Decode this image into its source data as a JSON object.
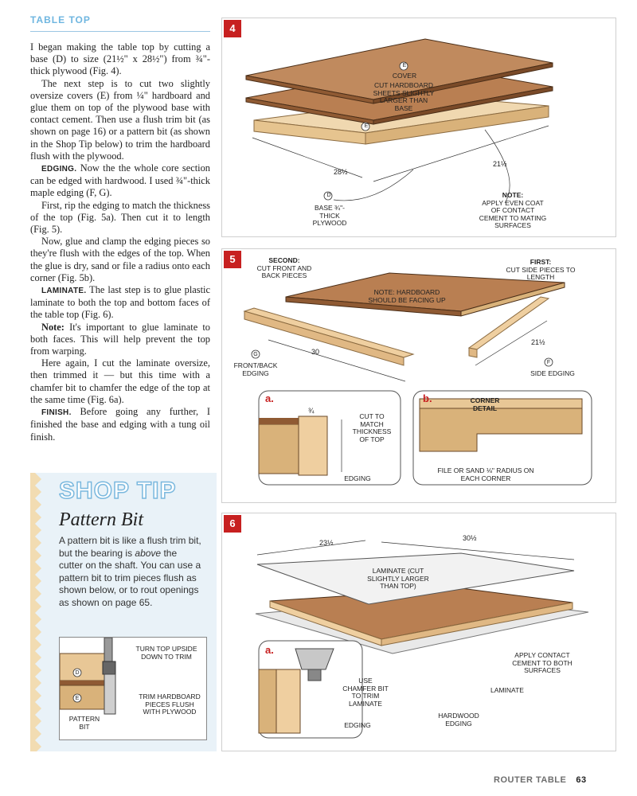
{
  "section": {
    "title": "TABLE TOP"
  },
  "body": {
    "p1": "I began making the table top by cutting a base (D) to size (21½\" x 28½\") from ¾\"-thick plywood (Fig. 4).",
    "p2": "The next step is to cut two slightly oversize covers (E) from ¼\" hardboard and glue them on top of the plywood base with contact cement. Then use a flush trim bit (as shown on page 16) or a pattern bit (as shown in the Shop Tip below) to trim the hardboard flush with the plywood.",
    "edging_head": "EDGING.",
    "edging_text": " Now the the whole core section can be edged with hardwood. I used ¾\"-thick maple edging (F, G).",
    "p4": "First, rip the edging to match the thickness of the top (Fig. 5a). Then cut it to length (Fig. 5).",
    "p5": "Now, glue and clamp the edging pieces so they're flush with the edges of the top. When the glue is dry, sand or file a radius onto each corner (Fig. 5b).",
    "laminate_head": "LAMINATE.",
    "laminate_text": " The last step is to glue plastic laminate to both the top and bottom faces of the table top (Fig. 6).",
    "note_head": "Note:",
    "note_text": " It's important to glue laminate to both faces. This will help prevent the top from warping.",
    "p8": "Here again, I cut the laminate oversize, then trimmed it — but this time with a chamfer bit to chamfer the edge of the top at the same time (Fig. 6a).",
    "finish_head": "FINISH.",
    "finish_text": " Before going any further, I finished the base and edging with a tung oil finish."
  },
  "fig4": {
    "number": "4",
    "cover_letter": "E",
    "cover_label": "COVER",
    "cover_note": "CUT HARDBOARD SHEETS SLIGHTLY LARGER THAN BASE",
    "cover2_letter": "E",
    "dim_long": "28½",
    "dim_short": "21½",
    "base_letter": "D",
    "base_label": "BASE ¾\"-THICK PLYWOOD",
    "note_head": "NOTE:",
    "note_text": "APPLY EVEN COAT OF CONTACT CEMENT TO MATING SURFACES"
  },
  "fig5": {
    "number": "5",
    "second_head": "SECOND:",
    "second_text": "CUT FRONT AND BACK PIECES",
    "note": "NOTE: HARDBOARD SHOULD BE FACING UP",
    "first_head": "FIRST:",
    "first_text": "CUT SIDE PIECES TO LENGTH",
    "dim_long": "30",
    "dim_short": "21½",
    "g_letter": "G",
    "g_label": "FRONT/BACK EDGING",
    "f_letter": "F",
    "f_label": "SIDE EDGING",
    "a_tag": "a.",
    "a_dim": "¾",
    "a_note": "CUT TO MATCH THICKNESS OF TOP",
    "a_edging": "EDGING",
    "b_tag": "b.",
    "b_head": "CORNER DETAIL",
    "b_note": "FILE OR SAND ⅛\" RADIUS ON EACH CORNER"
  },
  "fig6": {
    "number": "6",
    "dim_short": "23½",
    "dim_long": "30½",
    "laminate_label": "LAMINATE (CUT SLIGHTLY LARGER THAN TOP)",
    "a_tag": "a.",
    "a_note": "USE CHAMFER BIT TO TRIM LAMINATE",
    "a_edging": "EDGING",
    "contact_note": "APPLY CONTACT CEMENT TO BOTH SURFACES",
    "laminate2": "LAMINATE",
    "hardwood": "HARDWOOD EDGING"
  },
  "shop_tip": {
    "title": "SHOP TIP",
    "subtitle": "Pattern Bit",
    "text_before": "A pattern bit is like a flush trim bit, but the bearing is ",
    "text_em": "above",
    "text_after": " the cutter on the shaft. You can use a pattern bit to trim pieces flush as shown below, or to rout openings as shown on page 65.",
    "d_letter": "D",
    "e_letter": "E",
    "turn_note": "TURN TOP UPSIDE DOWN TO TRIM",
    "trim_note": "TRIM HARDBOARD PIECES FLUSH WITH PLYWOOD",
    "bit_label": "PATTERN BIT"
  },
  "footer": {
    "section": "ROUTER TABLE",
    "page": "63"
  }
}
